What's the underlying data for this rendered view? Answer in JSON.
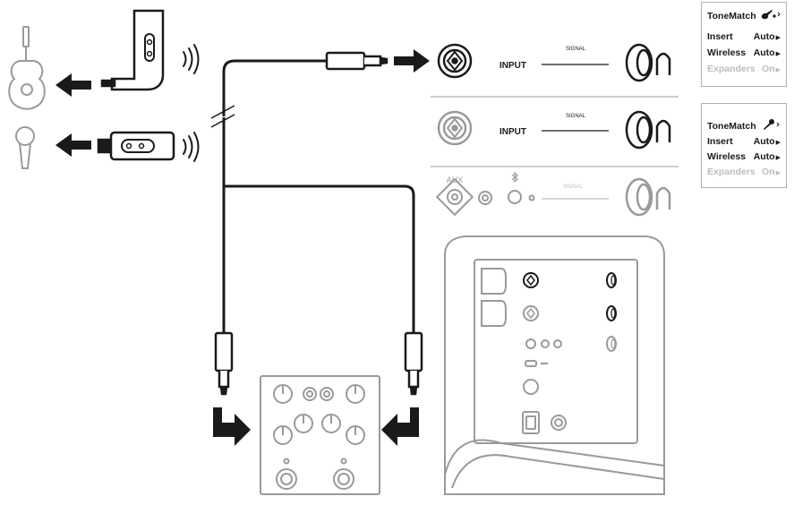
{
  "channels": [
    {
      "input_label": "INPUT",
      "signal_label": "SIGNAL"
    },
    {
      "input_label": "INPUT",
      "signal_label": "SIGNAL"
    },
    {
      "aux_label": "AUX",
      "signal_label": "SIGNAL"
    }
  ],
  "settings_panels": [
    {
      "icon": "guitar-icon",
      "rows": [
        {
          "name": "ToneMatch",
          "value": ""
        },
        {
          "name": "Insert",
          "value": "Auto"
        },
        {
          "name": "Wireless",
          "value": "Auto"
        },
        {
          "name": "Expanders",
          "value": "On"
        }
      ]
    },
    {
      "icon": "microphone-icon",
      "rows": [
        {
          "name": "ToneMatch",
          "value": ""
        },
        {
          "name": "Insert",
          "value": "Auto"
        },
        {
          "name": "Wireless",
          "value": "Auto"
        },
        {
          "name": "Expanders",
          "value": "On"
        }
      ]
    }
  ],
  "colors": {
    "line": "#1a1a1a",
    "light": "#9a9a9a",
    "dim": "#bdbdbd"
  }
}
